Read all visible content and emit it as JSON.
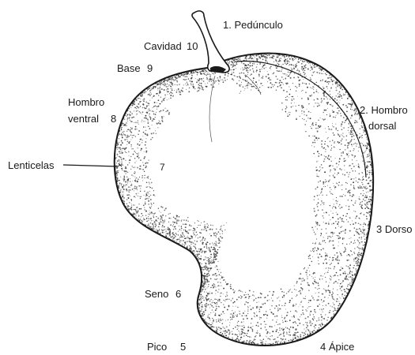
{
  "figure": {
    "labels": {
      "pedunculo": "1. Pedúnculo",
      "hombro_dorsal_1": "2. Hombro",
      "hombro_dorsal_2": "dorsal",
      "dorso": "3 Dorso",
      "apice": "4 Ápice",
      "pico": "Pico",
      "pico_num": "5",
      "seno": "Seno",
      "seno_num": "6",
      "lenticelas": "Lenticelas",
      "lenticelas_num": "7",
      "hombro_ventral_1": "Hombro",
      "hombro_ventral_2": "ventral",
      "hombro_ventral_num": "8",
      "base": "Base",
      "base_num": "9",
      "cavidad": "Cavidad",
      "cavidad_num": "10"
    },
    "colors": {
      "ink": "#1a1a1a",
      "stipple": "#3a3a3a",
      "background": "#ffffff"
    }
  }
}
